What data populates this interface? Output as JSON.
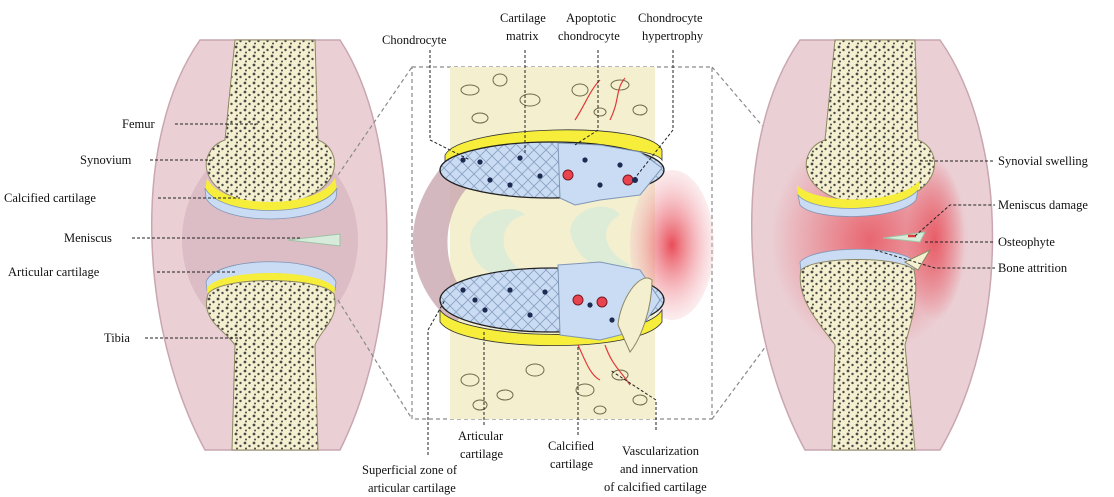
{
  "left_labels": {
    "femur": "Femur",
    "synovium": "Synovium",
    "calcified_cartilage": "Calcified cartilage",
    "meniscus": "Meniscus",
    "articular_cartilage": "Articular cartilage",
    "tibia": "Tibia"
  },
  "top_labels": {
    "chondrocyte": "Chondrocyte",
    "cartilage_matrix": [
      "Cartilage",
      "matrix"
    ],
    "apoptotic_chondrocyte": [
      "Apoptotic",
      "chondrocyte"
    ],
    "chondrocyte_hypertrophy": [
      "Chondrocyte",
      "hypertrophy"
    ]
  },
  "bottom_labels": {
    "superficial_zone": [
      "Superficial zone of",
      "articular cartilage"
    ],
    "articular_cartilage": [
      "Articular",
      "cartilage"
    ],
    "calcified_cartilage": [
      "Calcified",
      "cartilage"
    ],
    "vascularization": [
      "Vascularization",
      "and innervation",
      "of calcified cartilage"
    ]
  },
  "right_labels": {
    "synovial_swelling": "Synovial swelling",
    "meniscus_damage": "Meniscus damage",
    "osteophyte": "Osteophyte",
    "bone_attrition": "Bone attrition"
  },
  "colors": {
    "bone": "#f3efcf",
    "trabecular": "#4a4a4a",
    "cartilage": "#c9dcf3",
    "calcified": "#f6ee3a",
    "synovium": "#ead0d5",
    "synovium_inner": "#c9a6b0",
    "inflammation": "#e8434f",
    "meniscus": "#d6ebd9",
    "vessel": "#e23a3a"
  }
}
